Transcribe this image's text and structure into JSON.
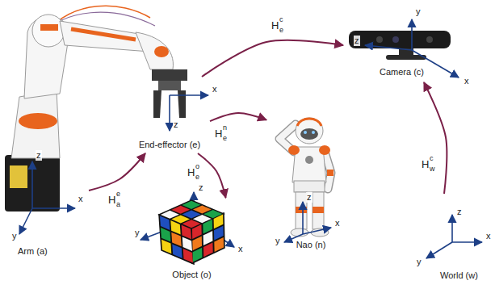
{
  "diagram": {
    "nodes": [
      {
        "text": [
          "Arm (a)"
        ]
      },
      {
        "text": [
          "End-effector (e)"
        ]
      },
      {
        "text": [
          "Object (o)"
        ]
      },
      {
        "text": [
          "Nao (n)"
        ]
      },
      {
        "text": [
          "Camera (c)"
        ]
      },
      {
        "text": [
          "World (w)"
        ]
      }
    ],
    "edges": [
      {
        "from": 0,
        "to": 1,
        "label": "H",
        "arrow": "to"
      },
      {
        "from": 1,
        "to": 2,
        "label": "H",
        "arrow": "to"
      },
      {
        "from": 1,
        "to": 3,
        "label": "H",
        "arrow": "to"
      },
      {
        "from": 1,
        "to": 4,
        "label": "H",
        "arrow": "to"
      },
      {
        "from": 5,
        "to": 4,
        "label": "H",
        "arrow": "to"
      }
    ],
    "labels": [
      "z",
      "x",
      "y",
      "y",
      "z",
      "x",
      "x",
      "z",
      "z",
      "y",
      "x",
      "z",
      "y",
      "x",
      "z",
      "y",
      "x",
      "e",
      "a",
      "o",
      "e",
      "n",
      "e",
      "c",
      "e",
      "c",
      "w"
    ]
  }
}
